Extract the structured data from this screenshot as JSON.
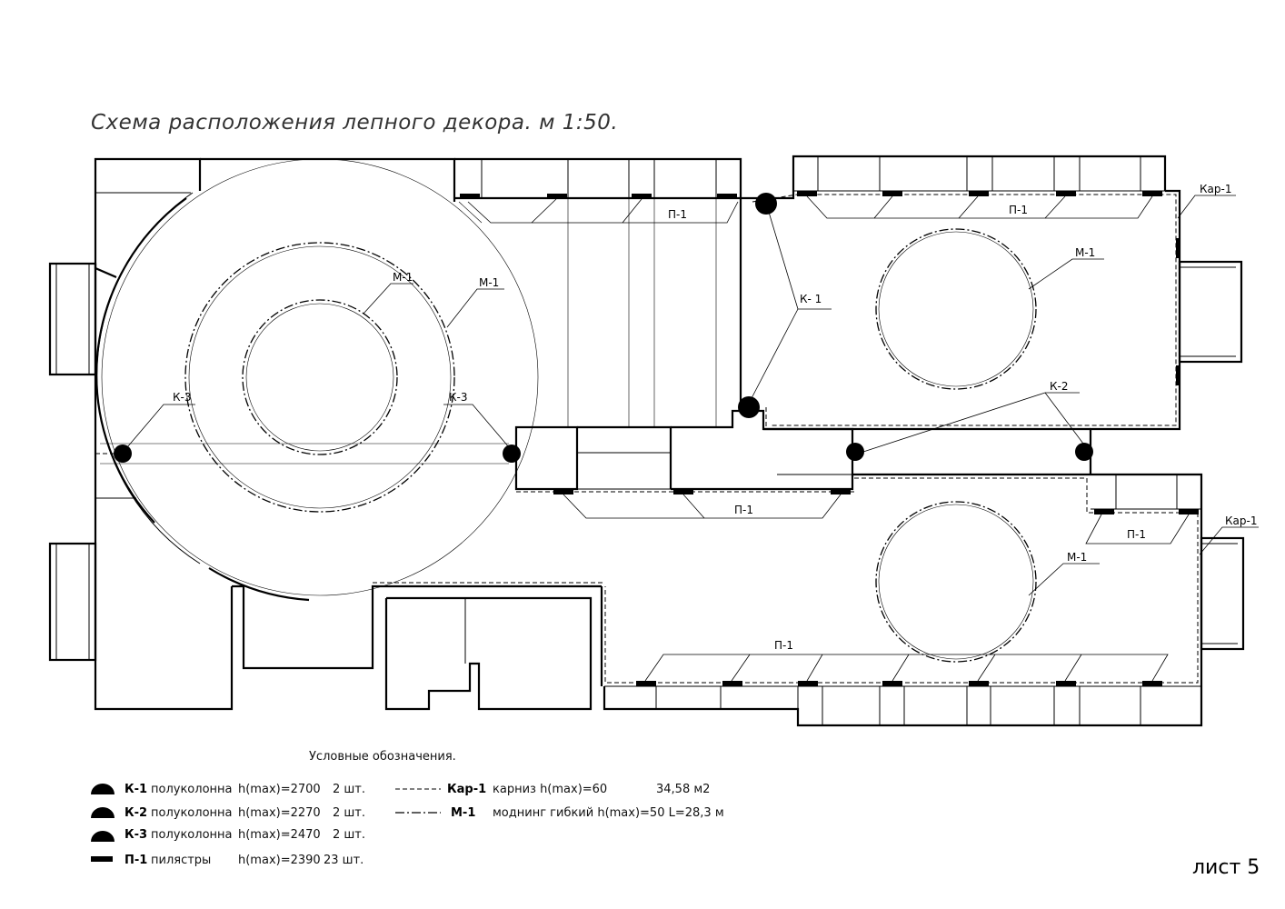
{
  "title": "Схема расположения лепного декора. м 1:50.",
  "labels": {
    "m1_inner": "М-1",
    "m1_outer": "М-1",
    "m1_right_top": "М-1",
    "m1_right_bottom": "М-1",
    "p1_top_mid": "П-1",
    "p1_top_right": "П-1",
    "p1_center": "П-1",
    "p1_right_small": "П-1",
    "p1_bottom": "П-1",
    "k1": "К- 1",
    "k2": "К-2",
    "k3_left": "К-3",
    "k3_right": "К-3",
    "kar1_top": "Кар-1",
    "kar1_right": "Кар-1"
  },
  "legend": {
    "heading": "Условные обозначения.",
    "items": [
      {
        "code": "К-1",
        "desc": "полуколонна",
        "h": "h(max)=2700",
        "qty": "2 шт."
      },
      {
        "code": "К-2",
        "desc": "полуколонна",
        "h": "h(max)=2270",
        "qty": "2 шт."
      },
      {
        "code": "К-3",
        "desc": "полуколонна",
        "h": "h(max)=2470",
        "qty": "2 шт."
      },
      {
        "code": "П-1",
        "desc": "пилястры",
        "h": "h(max)=2390",
        "qty": "23 шт."
      }
    ],
    "lines": [
      {
        "code": "Кар-1",
        "desc": "карниз h(max)=60",
        "extra": "34,58 м2"
      },
      {
        "code": "М-1",
        "desc": "моднинг гибкий h(max)=50 L=28,3 м",
        "extra": ""
      }
    ]
  },
  "sheet": "лист 5"
}
